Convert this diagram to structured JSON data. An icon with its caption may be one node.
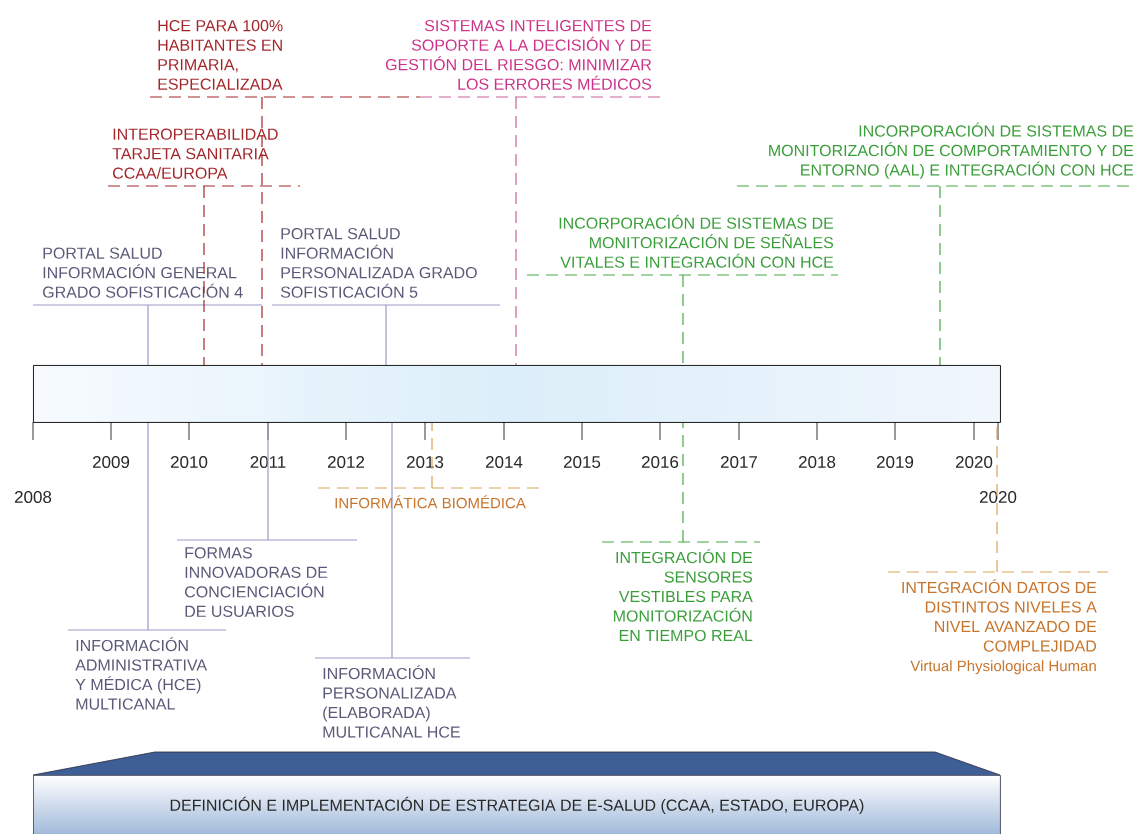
{
  "diagram": {
    "nodes": [
      {
        "text": [],
        "shape": "bar"
      },
      {
        "text": [
          "HCE PARA 100% HABITANTES EN PRIMARIA, ESPECIALIZADA"
        ]
      },
      {
        "text": [
          "SISTEMAS INTELIGENTES DE SOPORTE A LA DECISIÓN Y DE GESTIÓN DEL RIESGO: MINIMIZAR LOS ERRORES MÉDICOS"
        ]
      },
      {
        "text": [
          "INTEROPERABILIDAD TARJETA SANITARIA CCAA/EUROPA"
        ]
      },
      {
        "text": [
          "INCORPORACIÓN DE SISTEMAS DE MONITORIZACIÓN DE COMPORTAMIENTO Y DE ENTORNO (AAL) E INTEGRACIÓN CON HCE"
        ]
      },
      {
        "text": [
          "PORTAL SALUD INFORMACIÓN GENERAL GRADO SOFISTICACIÓN 4"
        ]
      },
      {
        "text": [
          "PORTAL SALUD INFORMACIÓN PERSONALIZADA GRADO SOFISTICACIÓN 5"
        ]
      },
      {
        "text": [
          "INCORPORACIÓN DE SISTEMAS DE MONITORIZACIÓN DE SEÑALES VITALES E INTEGRACIÓN CON HCE"
        ]
      },
      {
        "text": [
          "INFORMÁTICA BIOMÉDICA"
        ]
      },
      {
        "text": [
          "FORMAS INNOVADORAS DE CONCIENCIACIÓN DE USUARIOS"
        ]
      },
      {
        "text": [
          "INTEGRACIÓN DE SENSORES VESTIBLES PARA MONITORIZACIÓN EN TIEMPO REAL"
        ]
      },
      {
        "text": [
          "INTEGRACIÓN DATOS DE DISTINTOS NIVELES A NIVEL AVANZADO DE COMPLEJIDAD",
          "Virtual Physiological Human"
        ]
      },
      {
        "text": [
          "INFORMACIÓN ADMINISTRATIVA Y MÉDICA (HCE) MULTICANAL"
        ]
      },
      {
        "text": [
          "INFORMACIÓN PERSONALIZADA (ELABORADA) MULTICANAL HCE"
        ]
      },
      {
        "text": [
          "DEFINICIÓN E IMPLEMENTACIÓN DE ESTRATEGIA DE E-SALUD (CCAA, ESTADO, EUROPA)"
        ]
      }
    ],
    "edges": [
      {
        "from": 1,
        "to": 0,
        "arrow": "none",
        "style": "dashed",
        "color": "#a3262a"
      },
      {
        "from": 2,
        "to": 0,
        "arrow": "none",
        "style": "dashed",
        "color": "#c8609a"
      },
      {
        "from": 3,
        "to": 0,
        "arrow": "none",
        "style": "dashed",
        "color": "#a3262a"
      },
      {
        "from": 4,
        "to": 0,
        "arrow": "none",
        "style": "dashed",
        "color": "#44aa44"
      },
      {
        "from": 5,
        "to": 0,
        "arrow": "none",
        "color": "#9a9ac8"
      },
      {
        "from": 6,
        "to": 0,
        "arrow": "none",
        "color": "#9a9ac8"
      },
      {
        "from": 7,
        "to": 0,
        "arrow": "none",
        "style": "dashed",
        "color": "#44aa44"
      },
      {
        "from": 8,
        "to": 0,
        "arrow": "none",
        "style": "dashed",
        "color": "#d8a35a"
      },
      {
        "from": 9,
        "to": 0,
        "arrow": "none",
        "color": "#9a9ac8"
      },
      {
        "from": 10,
        "to": 0,
        "arrow": "none",
        "style": "dashed",
        "color": "#44aa44"
      },
      {
        "from": 11,
        "to": 0,
        "arrow": "none",
        "style": "dashed",
        "color": "#d8a35a"
      },
      {
        "from": 12,
        "to": 0,
        "arrow": "none",
        "color": "#9a9ac8"
      },
      {
        "from": 13,
        "to": 0,
        "arrow": "none",
        "color": "#9a9ac8"
      }
    ],
    "labels": [
      "2009",
      "2010",
      "2011",
      "2012",
      "2013",
      "2014",
      "2015",
      "2016",
      "2017",
      "2018",
      "2019",
      "2020",
      "2008",
      "2020"
    ]
  }
}
